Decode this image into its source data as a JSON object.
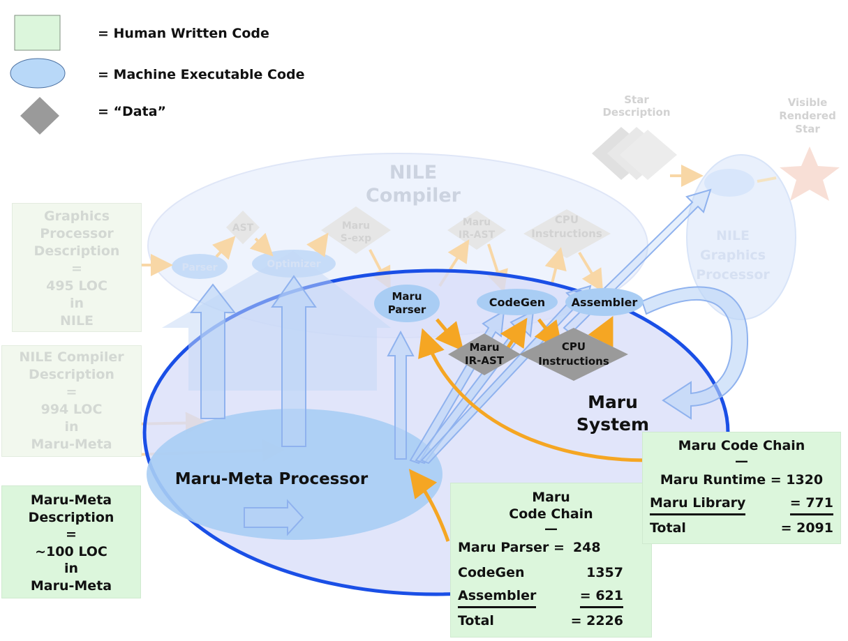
{
  "legend": {
    "human_label": "= Human Written Code",
    "machine_label": "= Machine Executable Code",
    "data_label": "= “Data”"
  },
  "colors": {
    "human_fill": "#dcf6dc",
    "machine_fill": "#b8d8f8",
    "data_fill": "#9a9a9a",
    "maru_border": "#1a4fe6",
    "orange": "#f5a623",
    "faded_blue": "#e6eefc"
  },
  "faded": {
    "star_description": [
      "Star",
      "Description"
    ],
    "visible_star": [
      "Visible",
      "Rendered",
      "Star"
    ],
    "nile_compiler": [
      "NILE",
      "Compiler"
    ],
    "ast": "AST",
    "maru_sexp": [
      "Maru",
      "S-exp"
    ],
    "maru_ir_ast": [
      "Maru",
      "IR-AST"
    ],
    "cpu_instructions": [
      "CPU",
      "Instructions"
    ],
    "parser": "Parser",
    "optimizer": "Optimizer",
    "nile_gpu": [
      "NILE",
      "Graphics",
      "Processor"
    ],
    "graphics_desc": [
      "Graphics",
      "Processor",
      "Description",
      "=",
      "495 LOC",
      "in",
      "NILE"
    ],
    "nile_compiler_desc": [
      "NILE Compiler",
      "Description",
      "=",
      "994 LOC",
      "in",
      "Maru-Meta"
    ]
  },
  "nodes": {
    "maru_parser": [
      "Maru",
      "Parser"
    ],
    "codegen": "CodeGen",
    "assembler": "Assembler",
    "maru_ir_ast": [
      "Maru",
      "IR-AST"
    ],
    "cpu_instructions": [
      "CPU",
      "Instructions"
    ],
    "maru_system": [
      "Maru",
      "System"
    ],
    "maru_meta_processor": "Maru-Meta Processor"
  },
  "maru_meta_desc": [
    "Maru-Meta",
    "Description",
    "=",
    "~100 LOC",
    "in",
    "Maru-Meta"
  ],
  "code_chain_1": {
    "title": [
      "Maru",
      "Code Chain",
      "—"
    ],
    "rows": [
      {
        "label": "Maru Parser =",
        "value": "248"
      },
      {
        "label": "CodeGen",
        "value": "1357"
      },
      {
        "label": "Assembler",
        "value": "= 621"
      },
      {
        "label": "Total",
        "value": "= 2226"
      }
    ]
  },
  "code_chain_2": {
    "title": [
      "Maru Code Chain",
      "—"
    ],
    "rows": [
      {
        "label": "Maru Runtime = 1320",
        "value": ""
      },
      {
        "label": "Maru Library",
        "value": "= 771"
      },
      {
        "label": "Total",
        "value": "= 2091"
      }
    ]
  }
}
